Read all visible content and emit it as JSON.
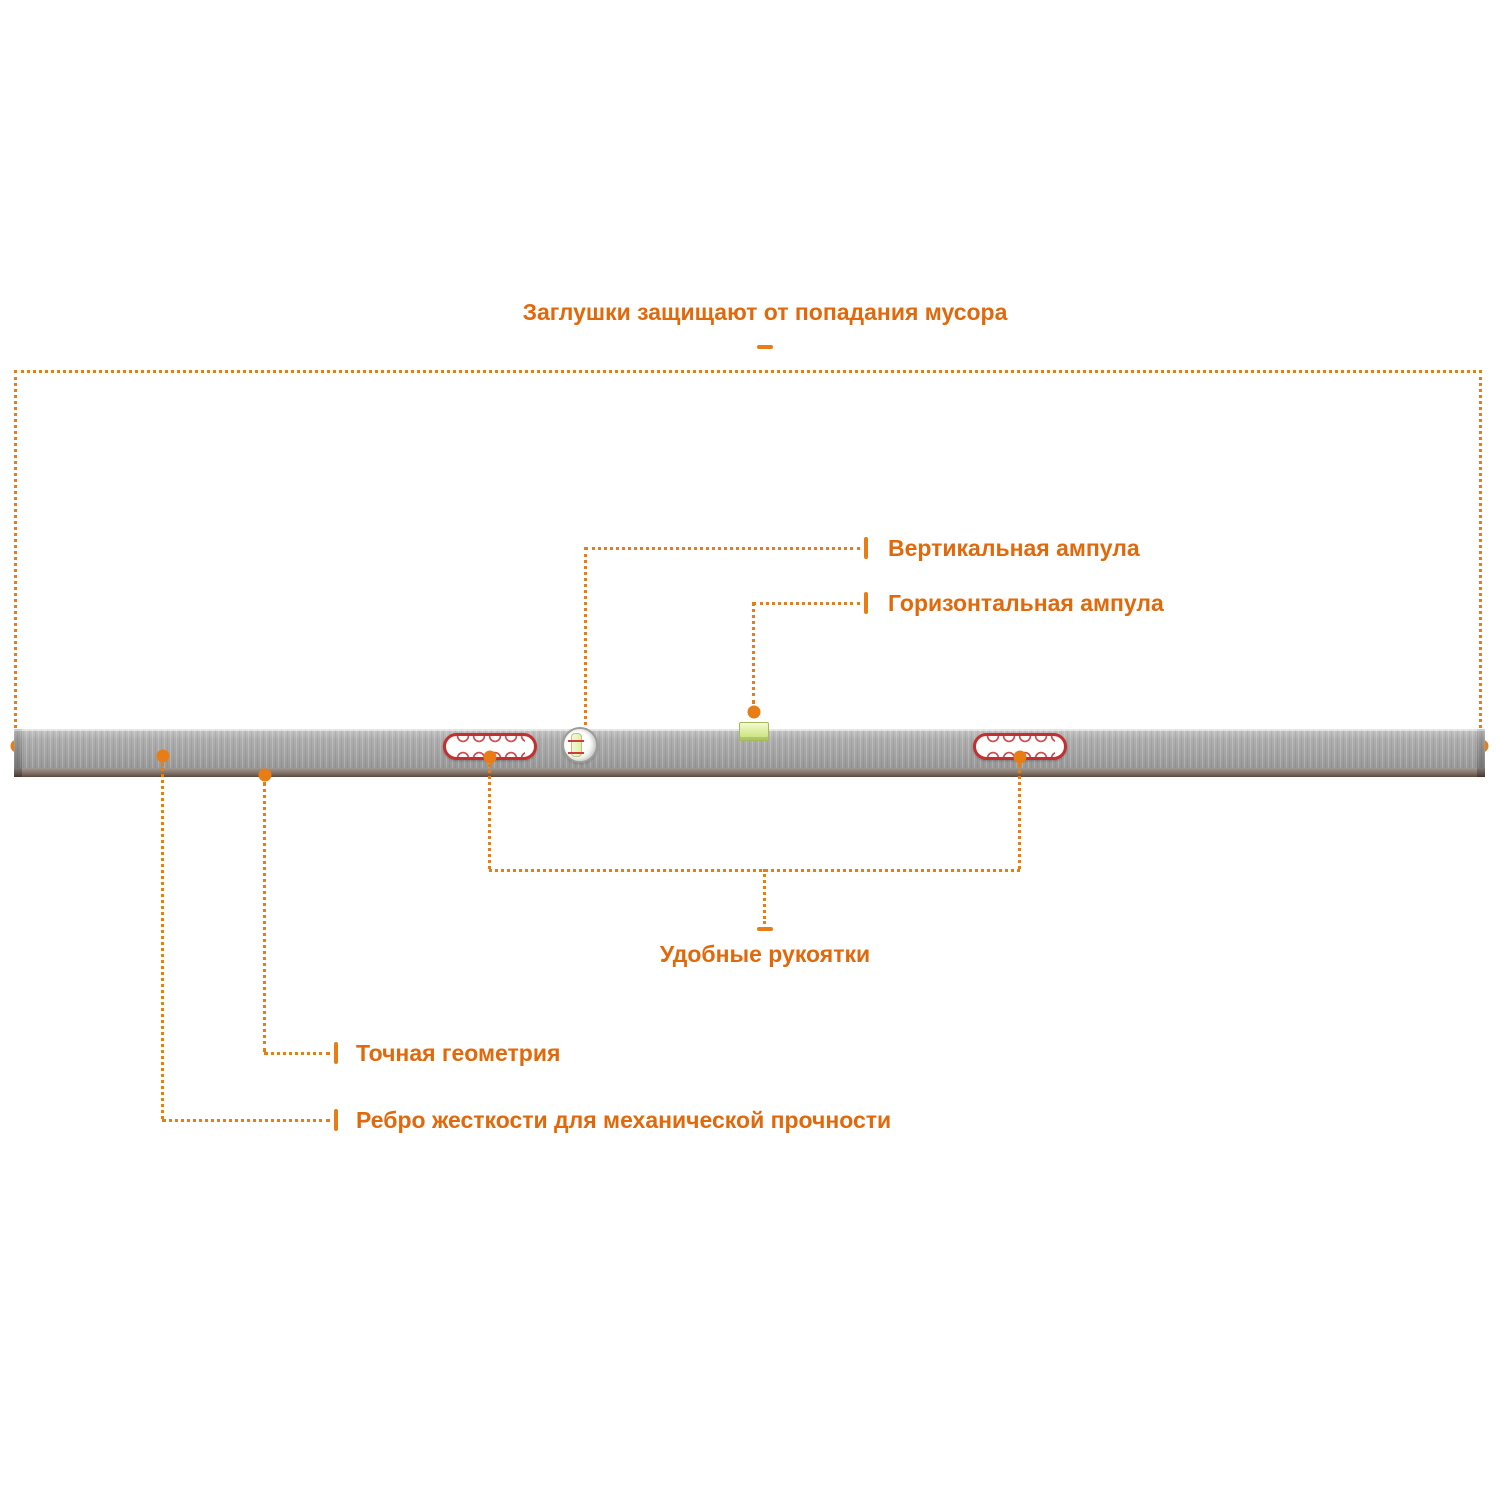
{
  "colors": {
    "accent": "#e87d15",
    "label_text": "#e2690b",
    "handle_border": "#c42f2f",
    "vial_green": "#d9ec9a",
    "rib_dark": "#5c463c",
    "background": "#ffffff"
  },
  "annotations": {
    "end_caps": {
      "label": "Заглушки защищают от попадания мусора"
    },
    "vertical_vial": {
      "label": "Вертикальная ампула"
    },
    "horizontal_vial": {
      "label": "Горизонтальная ампула"
    },
    "handles": {
      "label": "Удобные рукоятки"
    },
    "geometry": {
      "label": "Точная геометрия"
    },
    "stiffening_rib": {
      "label": "Ребро жесткости для механической прочности"
    }
  }
}
